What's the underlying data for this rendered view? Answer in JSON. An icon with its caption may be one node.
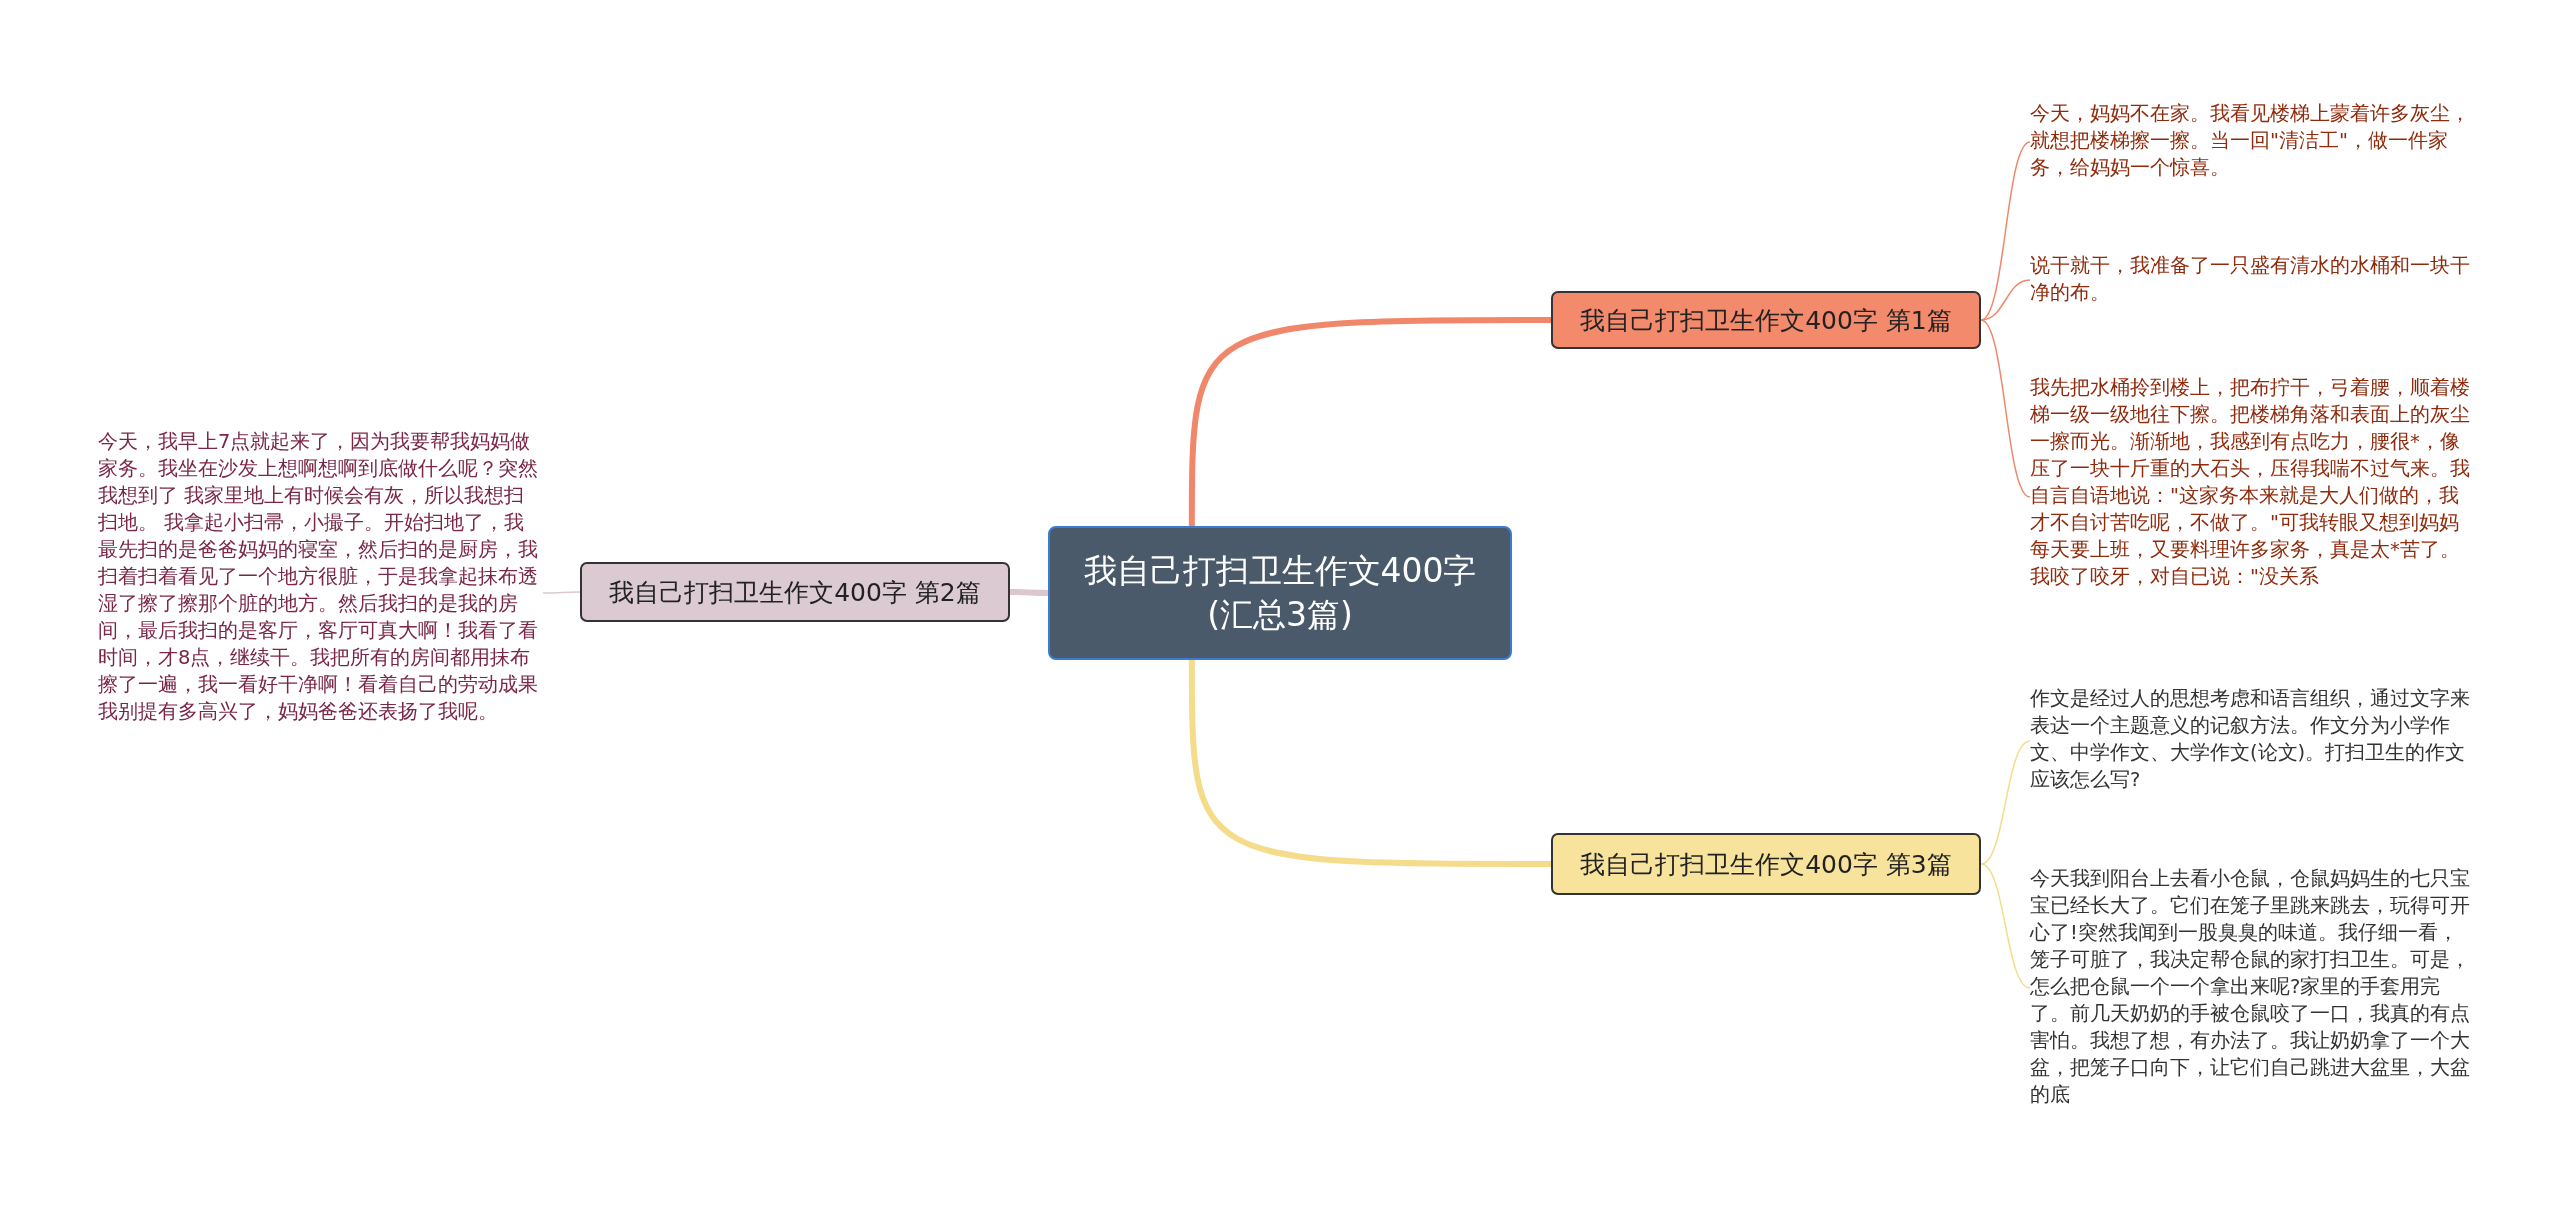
{
  "diagram": {
    "nodes": [
      {
        "text": [
          "我自己打扫卫生作文400字(汇总3篇)"
        ]
      },
      {
        "text": [
          "我自己打扫卫生作文400字 第1篇"
        ]
      },
      {
        "text": [
          "今天，妈妈不在家。我看见楼梯上蒙着许多灰尘，就想把楼梯擦一擦。当一回\"清洁工\"，做一件家务，给妈妈一个惊喜。"
        ]
      },
      {
        "text": [
          "说干就干，我准备了一只盛有清水的水桶和一块干净的布。"
        ]
      },
      {
        "text": [
          "我先把水桶拎到楼上，把布拧干，弓着腰，顺着楼梯一级一级地往下擦。把楼梯角落和表面上的灰尘一擦而光。渐渐地，我感到有点吃力，腰很*，像压了一块十斤重的大石头，压得我喘不过气来。我自言自语地说：\"这家务本来就是大人们做的，我才不自讨苦吃呢，不做了。\"可我转眼又想到妈妈每天要上班，又要料理许多家务，真是太*苦了。我咬了咬牙，对自已说：\"没关系"
        ]
      },
      {
        "text": [
          "我自己打扫卫生作文400字 第2篇"
        ]
      },
      {
        "text": [
          "今天，我早上7点就起来了，因为我要帮我妈妈做家务。我坐在沙发上想啊想啊到底做什么呢？突然我想到了 我家里地上有时候会有灰，所以我想扫扫地。 我拿起小扫帚，小撮子。开始扫地了，我最先扫的是爸爸妈妈的寝室，然后扫的是厨房，我扫着扫着看见了一个地方很脏，于是我拿起抹布透湿了擦了擦那个脏的地方。然后我扫的是我的房间，最后我扫的是客厅，客厅可真大啊！我看了看时间，才8点，继续干。我把所有的房间都用抹布擦了一遍，我一看好干净啊！看着自己的劳动成果我别提有多高兴了，妈妈爸爸还表扬了我呢。"
        ]
      },
      {
        "text": [
          "我自己打扫卫生作文400字 第3篇"
        ]
      },
      {
        "text": [
          "作文是经过人的思想考虑和语言组织，通过文字来表达一个主题意义的记叙方法。作文分为小学作文、中学作文、大学作文(论文)。打扫卫生的作文应该怎么写?"
        ]
      },
      {
        "text": [
          "今天我到阳台上去看小仓鼠，仓鼠妈妈生的七只宝宝已经长大了。它们在笼子里跳来跳去，玩得可开心了!突然我闻到一股臭臭的味道。我仔细一看，笼子可脏了，我决定帮仓鼠的家打扫卫生。可是，怎么把仓鼠一个一个拿出来呢?家里的手套用完了。前几天奶奶的手被仓鼠咬了一口，我真的有点害怕。我想了想，有办法了。我让奶奶拿了一个大盆，把笼子口向下，让它们自己跳进大盆里，大盆的底"
        ]
      }
    ],
    "edges": [
      {
        "from": 0,
        "to": 1,
        "arrow": "none",
        "style": "thick",
        "color": "#f0876a"
      },
      {
        "from": 1,
        "to": 2,
        "arrow": "none",
        "color": "#f0876a"
      },
      {
        "from": 1,
        "to": 3,
        "arrow": "none",
        "color": "#f0876a"
      },
      {
        "from": 1,
        "to": 4,
        "arrow": "none",
        "color": "#f0876a"
      },
      {
        "from": 0,
        "to": 5,
        "arrow": "none",
        "style": "thick",
        "color": "#dcc6d0"
      },
      {
        "from": 5,
        "to": 6,
        "arrow": "none",
        "color": "#dcc6d0"
      },
      {
        "from": 0,
        "to": 7,
        "arrow": "none",
        "style": "thick",
        "color": "#f5dc8a"
      },
      {
        "from": 7,
        "to": 8,
        "arrow": "none",
        "color": "#f5dc8a"
      },
      {
        "from": 7,
        "to": 9,
        "arrow": "none",
        "color": "#f5dc8a"
      }
    ]
  }
}
